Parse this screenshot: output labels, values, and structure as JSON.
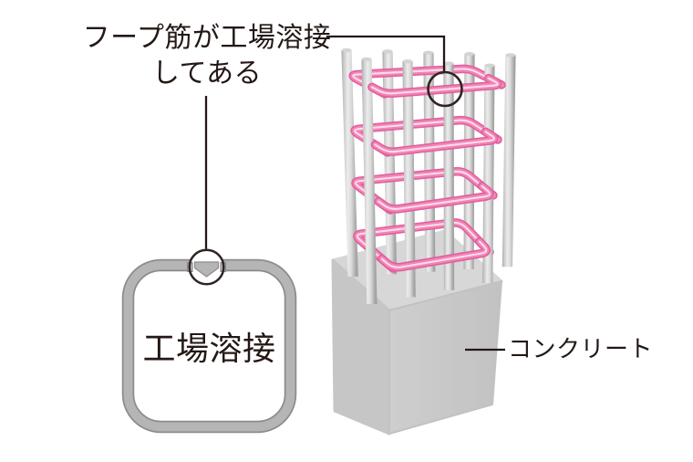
{
  "caption": {
    "line1": "フープ筋が工場溶接",
    "line2": "してある"
  },
  "weld_detail": {
    "label": "工場溶接"
  },
  "concrete": {
    "label": "コンクリート"
  },
  "colors": {
    "background": "#ffffff",
    "ink": "#231815",
    "annotation_circle": "#2e2522",
    "hoop_dark": "#e05f9e",
    "hoop_main": "#f185b5",
    "hoop_light": "#fbdcea",
    "rod_cap": "#d3d3d3",
    "base_top": "#d7d7d8",
    "base_left": "#c6c6c7",
    "base_right_a": "#cecece",
    "base_right_b": "#c2c2c3",
    "box_band": "#b5b5b6",
    "box_edge": "#8e8b8b"
  }
}
